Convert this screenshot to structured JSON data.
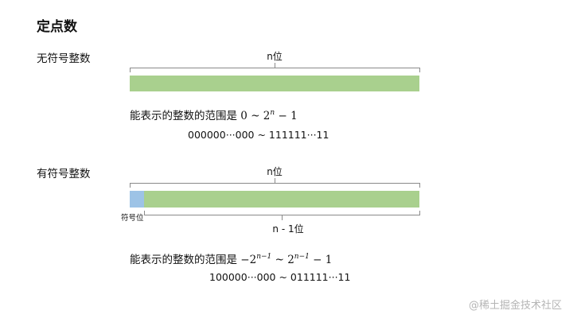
{
  "title": "定点数",
  "unsigned": {
    "label": "无符号整数",
    "width_label": "n位",
    "range_text": "能表示的整数的范围是",
    "range_formula": {
      "lower": "0",
      "tilde": "~",
      "base": "2",
      "exp": "n",
      "minus": "−",
      "one": "1"
    },
    "binary_range": "000000···000 ~ 111111···11"
  },
  "signed": {
    "label": "有符号整数",
    "width_label": "n位",
    "sign_bit_label": "符号位",
    "magnitude_label": "n - 1位",
    "range_text": "能表示的整数的范围是",
    "range_formula": {
      "neg": "−2",
      "exp1": "n−1",
      "tilde": "~",
      "base": "2",
      "exp2": "n−1",
      "minus": "−",
      "one": "1"
    },
    "binary_range": "100000···000 ~ 011111···11"
  },
  "colors": {
    "bit_bar": "#a9d08e",
    "sign_bit": "#9dc3e6"
  },
  "watermark": "@稀土掘金技术社区"
}
